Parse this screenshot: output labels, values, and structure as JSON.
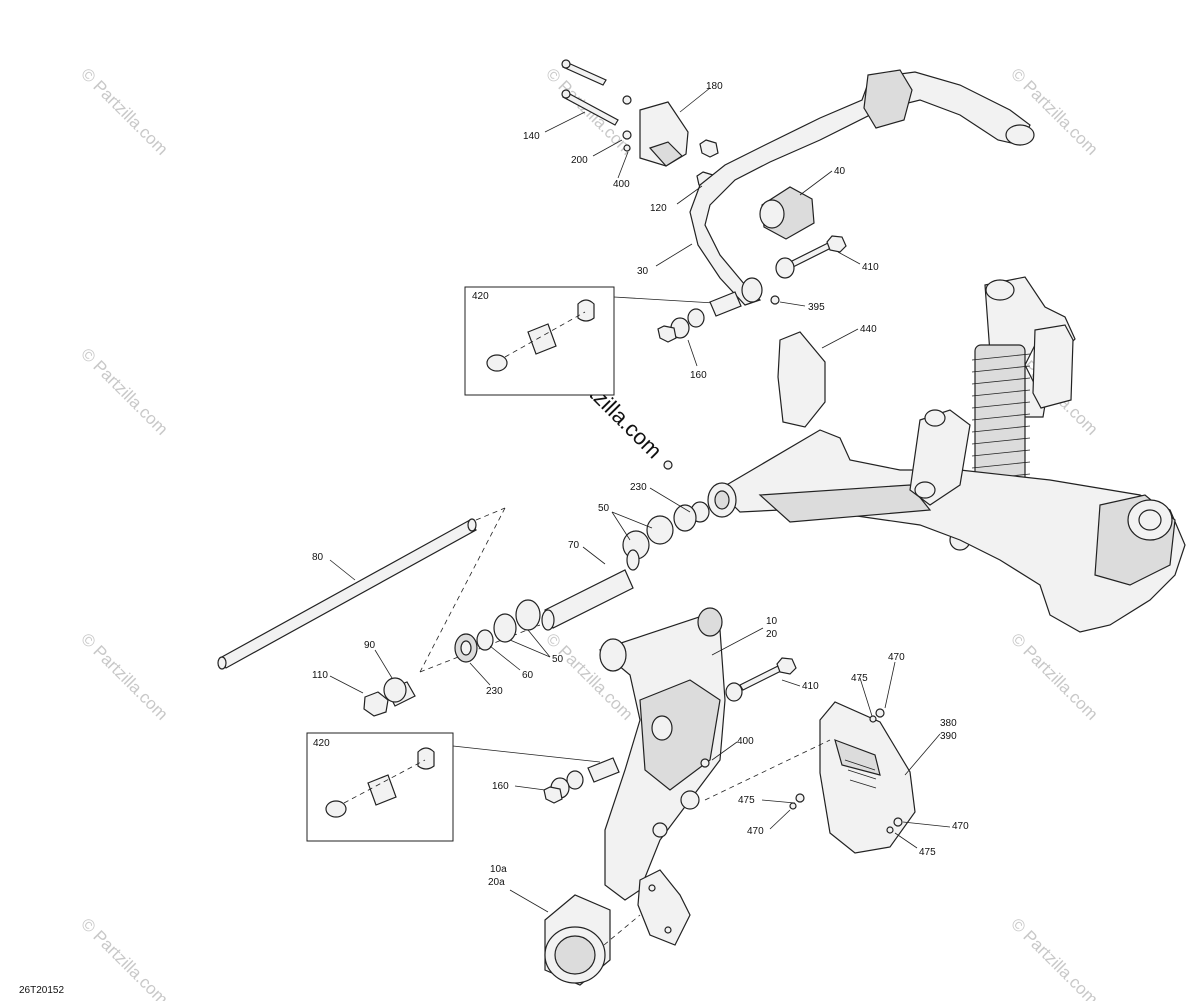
{
  "diagram_id": "26T20152",
  "watermark": "© Partzilla.com",
  "watermark_center": "© Partzilla.com",
  "callouts": {
    "c180": "180",
    "c140": "140",
    "c200": "200",
    "c400a": "400",
    "c120": "120",
    "c40": "40",
    "c410a": "410",
    "c30": "30",
    "c395": "395",
    "c420a": "420",
    "c160a": "160",
    "c440": "440",
    "c230a": "230",
    "c50a": "50",
    "c70": "70",
    "c80": "80",
    "c10": "10",
    "c20": "20",
    "c90": "90",
    "c110": "110",
    "c230b": "230",
    "c60": "60",
    "c50b": "50",
    "c410b": "410",
    "c470a": "470",
    "c475a": "475",
    "c380": "380",
    "c390": "390",
    "c420b": "420",
    "c400b": "400",
    "c160b": "160",
    "c475b": "475",
    "c470b": "470",
    "c470c": "470",
    "c475c": "475",
    "c10a": "10a",
    "c20a": "20a"
  }
}
